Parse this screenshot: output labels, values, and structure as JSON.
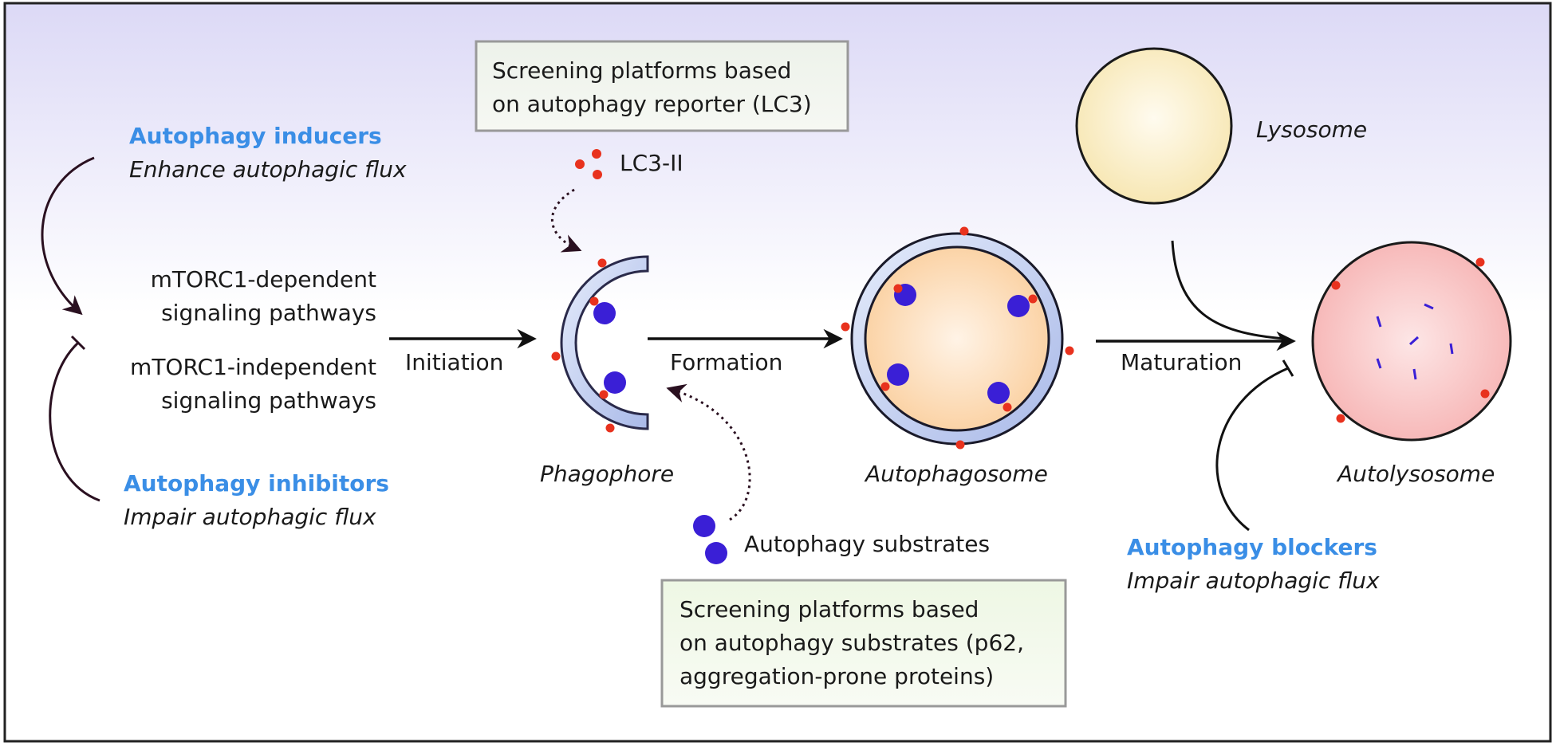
{
  "labels": {
    "inducers_title": "Autophagy inducers",
    "inducers_sub": "Enhance autophagic flux",
    "mtorc1_dep_1": "mTORC1-dependent",
    "mtorc1_dep_2": "signaling pathways",
    "mtorc1_indep_1": "mTORC1-independent",
    "mtorc1_indep_2": "signaling pathways",
    "inhibitors_title": "Autophagy inhibitors",
    "inhibitors_sub": "Impair autophagic flux",
    "initiation": "Initiation",
    "formation": "Formation",
    "maturation": "Maturation",
    "phagophore": "Phagophore",
    "autophagosome": "Autophagosome",
    "autolysosome": "Autolysosome",
    "lysosome": "Lysosome",
    "lc3_ii": "LC3-II",
    "substrates": "Autophagy substrates",
    "blockers_title": "Autophagy blockers",
    "blockers_sub": "Impair autophagic flux"
  },
  "boxes": {
    "top_line1": "Screening platforms based",
    "top_line2": "on autophagy reporter (LC3)",
    "bottom_line1": "Screening platforms based",
    "bottom_line2": "on autophagy substrates (p62,",
    "bottom_line3": "aggregation-prone proteins)"
  },
  "colors": {
    "blue_text": "#3a8ee6",
    "red_dot": "#e8321e",
    "substrate": "#3a1fd6",
    "lysosome": "#fbf0c8",
    "autolysosome": "#f9c6c6",
    "membrane": "#c9d6f0"
  }
}
